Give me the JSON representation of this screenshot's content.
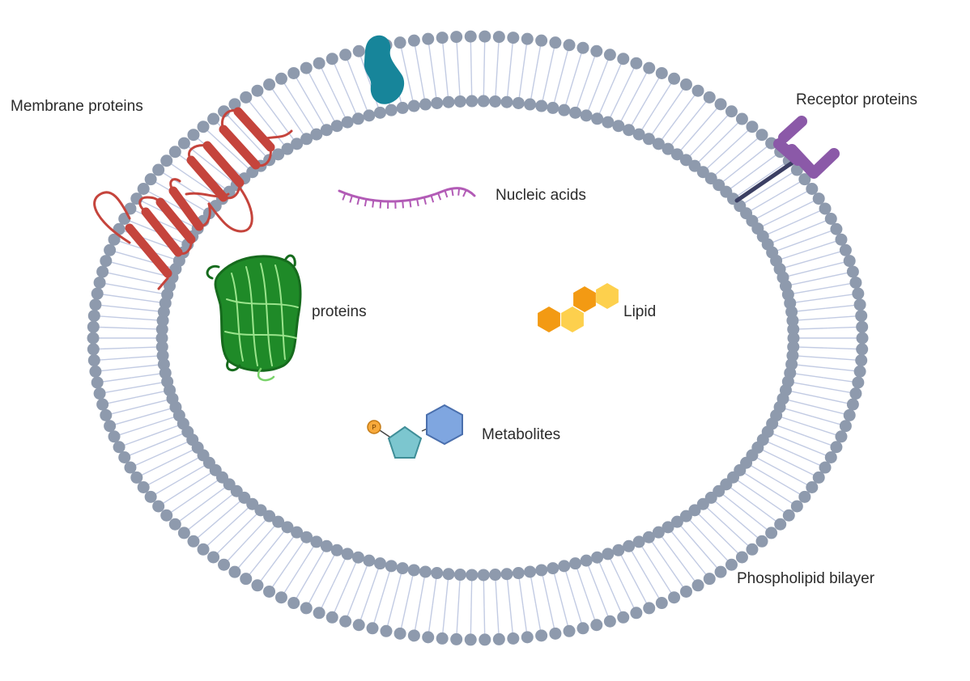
{
  "labels": {
    "membrane_proteins": "Membrane proteins",
    "receptor_proteins": "Receptor proteins",
    "nucleic_acids": "Nucleic acids",
    "proteins": "proteins",
    "lipid": "Lipid",
    "metabolites": "Metabolites",
    "phospholipid_bilayer": "Phospholipid bilayer"
  },
  "phosphate_marker": "P",
  "colors": {
    "lipid_head": "#8e9aad",
    "lipid_tail": "#c2cbe3",
    "membrane_protein": "#c5443c",
    "channel_protein": "#17859a",
    "receptor": "#8b59a8",
    "receptor_stalk": "#3b3f63",
    "nucleic_acid": "#b25bb6",
    "protein_green": "#1f9b2d",
    "lipid_dark": "#f39a13",
    "lipid_light": "#fdd04d",
    "metabolite_pentagon": "#7cc6cf",
    "metabolite_hexagon": "#7fa6e0",
    "phosphate": "#f7a93b"
  }
}
